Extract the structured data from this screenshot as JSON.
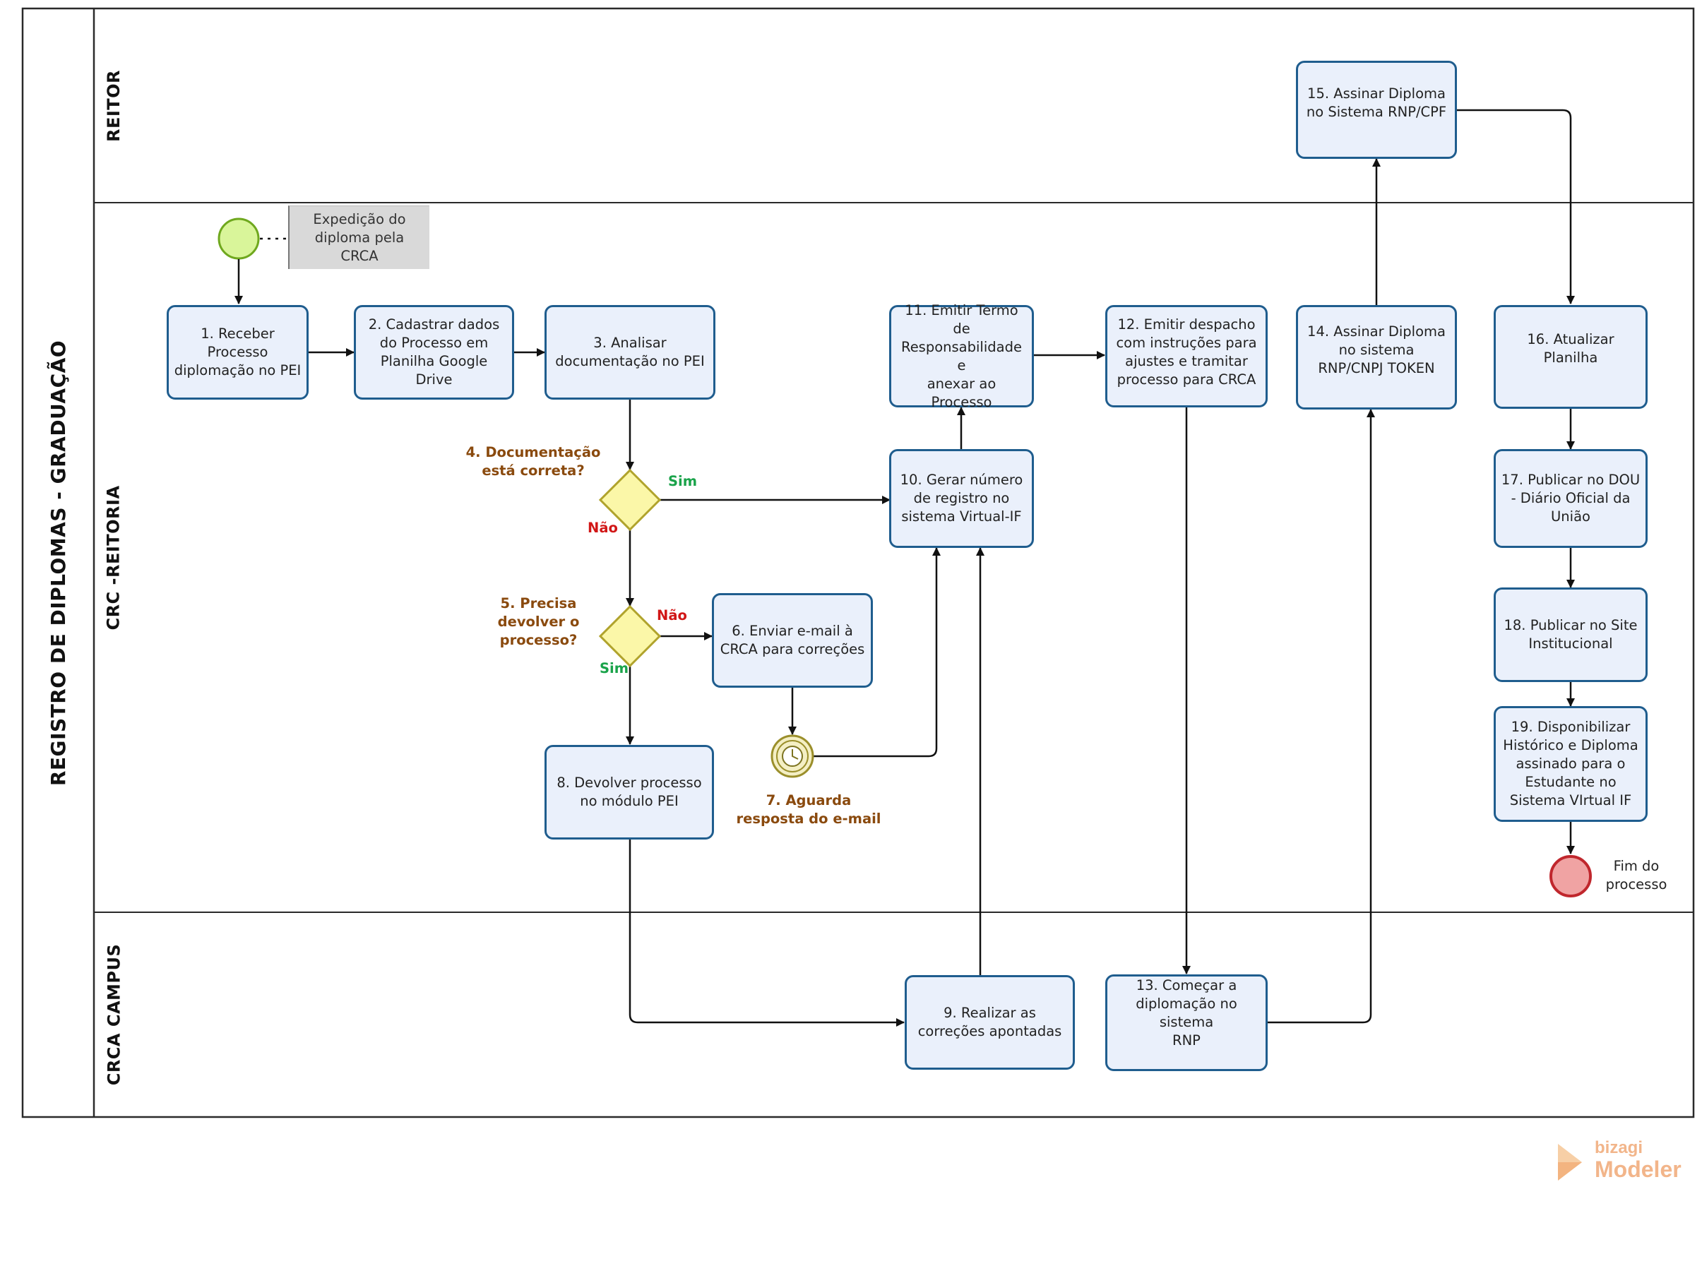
{
  "pool": {
    "title": "REGISTRO DE DIPLOMAS - GRADUAÇÃO"
  },
  "lanes": [
    {
      "id": "reitor",
      "label": "REITOR"
    },
    {
      "id": "crc",
      "label": "CRC -REITORIA"
    },
    {
      "id": "crca",
      "label": "CRCA CAMPUS"
    }
  ],
  "start_annotation": "Expedição do\ndiploma pela\nCRCA",
  "tasks": {
    "t1": "1. Receber\nProcesso\ndiplomação no PEI",
    "t2": "2. Cadastrar dados\ndo Processo em\nPlanilha Google Drive",
    "t3": "3. Analisar\ndocumentação no PEI",
    "t6": "6. Enviar e-mail à\nCRCA para correções",
    "t8": "8. Devolver processo\nno módulo PEI",
    "t9": "9. Realizar as\ncorreções apontadas",
    "t10": "10. Gerar número\nde registro no\nsistema Virtual-IF",
    "t11": "11. Emitir Termo\nde\nResponsabilidade e\nanexar ao Processo",
    "t12": "12. Emitir despacho\ncom instruções para\najustes e tramitar\nprocesso para CRCA",
    "t13": "13. Começar a\ndiplomação no sistema\nRNP",
    "t14": "14. Assinar Diploma\nno sistema\nRNP/CNPJ TOKEN",
    "t15": "15. Assinar Diploma\nno Sistema RNP/CPF",
    "t16": "16. Atualizar\nPlanilha",
    "t17": "17. Publicar no DOU\n- Diário Oficial da\nUnião",
    "t18": "18. Publicar no Site\nInstitucional",
    "t19": "19. Disponibilizar\nHistórico e Diploma\nassinado para o\nEstudante no\nSistema VIrtual IF"
  },
  "gateways": {
    "g4": "4. Documentação\nestá correta?",
    "g5": "5. Precisa\ndevolver o\nprocesso?"
  },
  "flow_labels": {
    "g4_yes": "Sim",
    "g4_no": "Não",
    "g5_no": "Não",
    "g5_yes": "Sim"
  },
  "timer_event": "7. Aguarda\nresposta do e-mail",
  "end_event": "Fim do\nprocesso",
  "brand": {
    "top": "bizagi",
    "bottom": "Modeler"
  },
  "colors": {
    "task_fill": "#eaf0fb",
    "task_border": "#1f5d8e",
    "start_fill": "#d9f59a",
    "start_border": "#6fa81e",
    "end_fill": "#f0a3a3",
    "end_border": "#c0272d",
    "gateway_fill": "#fbf7a8",
    "gateway_border": "#b0a32c",
    "timer_fill": "#f4efc4",
    "timer_border": "#9b8f2b"
  }
}
